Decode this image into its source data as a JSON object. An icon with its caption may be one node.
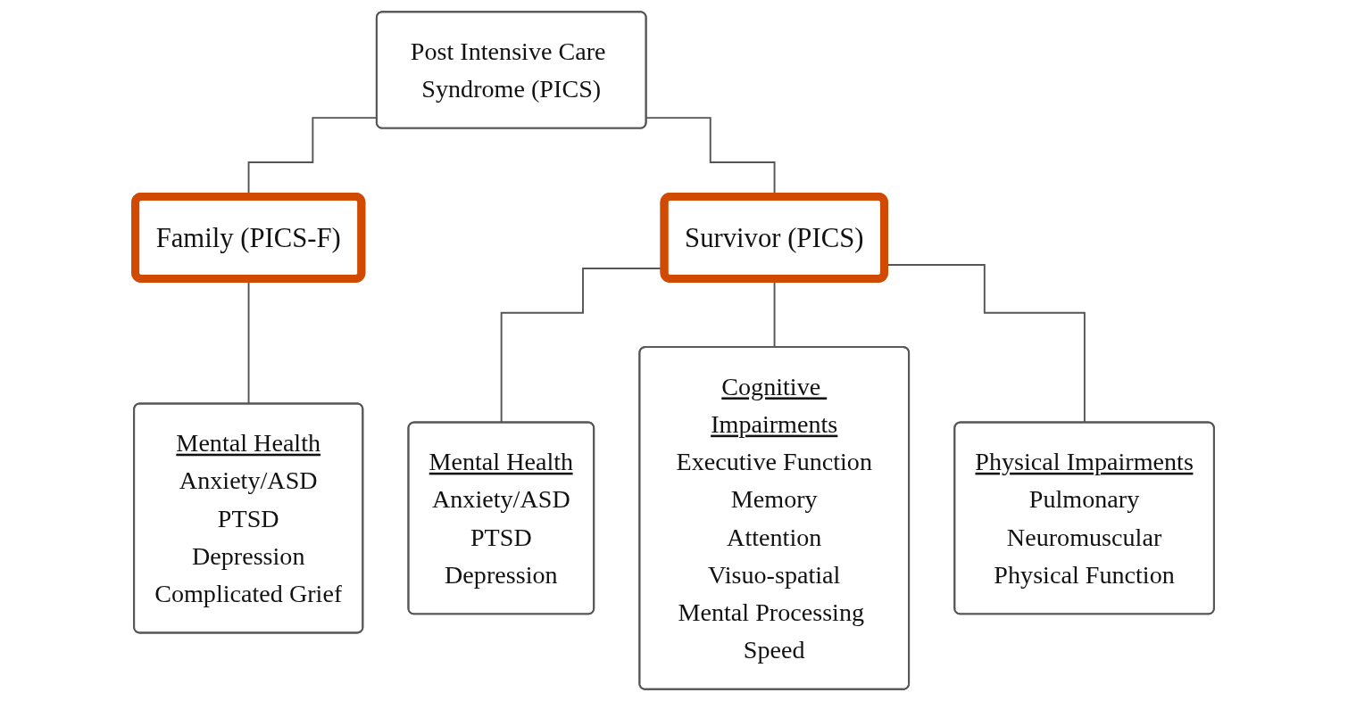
{
  "diagram": {
    "nodes": [
      {
        "text": [
          "Post Intensive Care Syndrome (PICS)"
        ]
      },
      {
        "text": [
          "Family (PICS-F)"
        ]
      },
      {
        "text": [
          "Survivor (PICS)"
        ]
      },
      {
        "text": [
          "Mental Health",
          "Anxiety/ASD",
          "PTSD",
          "Depression",
          "Complicated Grief"
        ]
      },
      {
        "text": [
          "Mental Health",
          "Anxiety/ASD",
          "PTSD",
          "Depression"
        ]
      },
      {
        "text": [
          "Cognitive Impairments",
          "Executive Function",
          "Memory",
          "Attention",
          "Visuo-spatial",
          "Mental Processing Speed"
        ]
      },
      {
        "text": [
          "Physical Impairments",
          "Pulmonary",
          "Neuromuscular",
          "Physical Function"
        ]
      }
    ],
    "edges": [
      {
        "from": 0,
        "to": 1,
        "arrow": "none"
      },
      {
        "from": 0,
        "to": 2,
        "arrow": "none"
      },
      {
        "from": 1,
        "to": 3,
        "arrow": "none"
      },
      {
        "from": 2,
        "to": 4,
        "arrow": "none"
      },
      {
        "from": 2,
        "to": 5,
        "arrow": "none"
      },
      {
        "from": 2,
        "to": 6,
        "arrow": "none"
      }
    ]
  }
}
